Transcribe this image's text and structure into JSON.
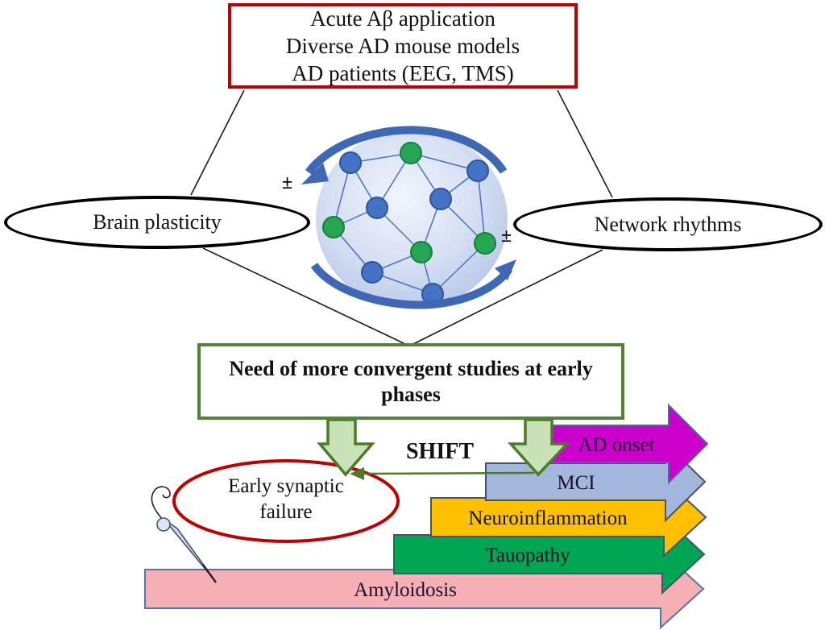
{
  "top_box": {
    "lines": [
      "Acute Aβ application",
      "Diverse AD mouse models",
      "AD patients (EEG, TMS)"
    ]
  },
  "left_ellipse": {
    "label": "Brain plasticity"
  },
  "right_ellipse": {
    "label": "Network rhythms"
  },
  "center_graphic": {
    "plus_minus_left": "±",
    "plus_minus_right": "±",
    "icon": "brain-network-sphere"
  },
  "need_box": {
    "label": "Need of more convergent studies at early phases"
  },
  "shift_label": "SHIFT",
  "early_ellipse": {
    "line1": "Early synaptic",
    "line2": "failure"
  },
  "stage_arrows": [
    {
      "label": "AD onset",
      "color": "#cc00cc",
      "border": "#5b5fa8"
    },
    {
      "label": "MCI",
      "color": "#a3b7dc",
      "border": "#44546a"
    },
    {
      "label": "Neuroinflammation",
      "color": "#ffc000",
      "border": "#44546a"
    },
    {
      "label": "Tauopathy",
      "color": "#00a651",
      "border": "#44546a"
    },
    {
      "label": "Amyloidosis",
      "color": "#f6afb5",
      "border": "#5b6fa8"
    }
  ],
  "colors": {
    "red_border": "#c00000",
    "green_border": "#538135",
    "down_arrow_fill": "#c9e2b8",
    "down_arrow_border": "#4f7a28",
    "node_blue": "#4472c4",
    "node_green": "#24a653",
    "arc_blue": "#3e68b5",
    "connector": "#1a1a1a"
  }
}
